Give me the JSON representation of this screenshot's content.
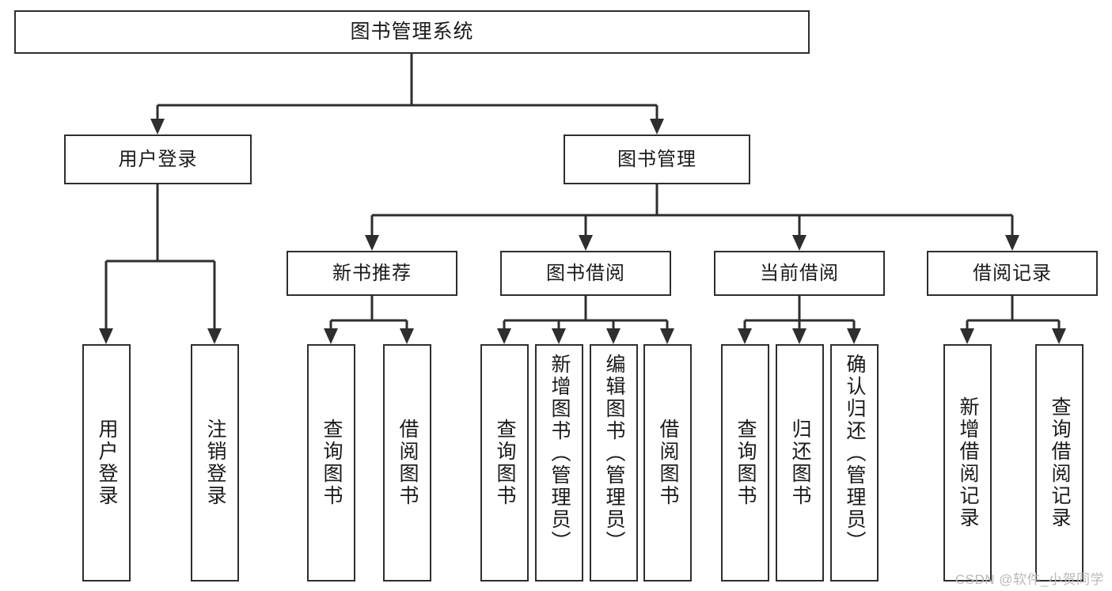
{
  "diagram": {
    "title": "图书管理系统",
    "type": "tree-hierarchy-chart",
    "root": {
      "label": "图书管理系统"
    },
    "level2": [
      {
        "label": "用户登录"
      },
      {
        "label": "图书管理"
      }
    ],
    "level3": [
      {
        "label": "新书推荐"
      },
      {
        "label": "图书借阅"
      },
      {
        "label": "当前借阅"
      },
      {
        "label": "借阅记录"
      }
    ],
    "leaves": {
      "user_login": [
        {
          "label": "用户登录"
        },
        {
          "label": "注销登录"
        }
      ],
      "new_book_recommend": [
        {
          "label": "查询图书"
        },
        {
          "label": "借阅图书"
        }
      ],
      "book_borrow": [
        {
          "label": "查询图书"
        },
        {
          "label": "新增图书（管理员）"
        },
        {
          "label": "编辑图书（管理员）"
        },
        {
          "label": "借阅图书"
        }
      ],
      "current_borrow": [
        {
          "label": "查询图书"
        },
        {
          "label": "归还图书"
        },
        {
          "label": "确认归还（管理员）"
        }
      ],
      "borrow_record": [
        {
          "label": "新增借阅记录"
        },
        {
          "label": "查询借阅记录"
        }
      ]
    }
  },
  "watermark": {
    "text": "CSDN @软件_小贺同学"
  },
  "colors": {
    "stroke": "#2e2e2e",
    "background": "#ffffff",
    "text": "#1a1a1a",
    "watermark": "#b9b9b9"
  }
}
